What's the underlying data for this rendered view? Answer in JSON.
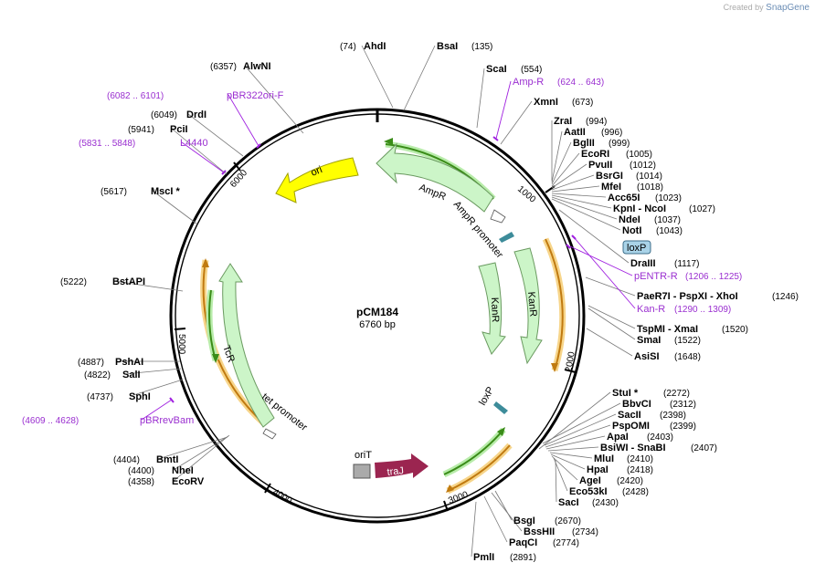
{
  "credit": {
    "prefix": "Created by",
    "brand": "SnapGene"
  },
  "plasmid": {
    "name": "pCM184",
    "size": "6760 bp"
  },
  "ticks": [
    "1000",
    "2000",
    "3000",
    "4000",
    "5000",
    "6000"
  ],
  "enzymes": [
    {
      "name": "AhdI",
      "pos": "(74)"
    },
    {
      "name": "BsaI",
      "pos": "(135)"
    },
    {
      "name": "ScaI",
      "pos": "(554)"
    },
    {
      "name": "XmnI",
      "pos": "(673)"
    },
    {
      "name": "ZraI",
      "pos": "(994)"
    },
    {
      "name": "AatII",
      "pos": "(996)"
    },
    {
      "name": "BglII",
      "pos": "(999)"
    },
    {
      "name": "EcoRI",
      "pos": "(1005)"
    },
    {
      "name": "PvuII",
      "pos": "(1012)"
    },
    {
      "name": "BsrGI",
      "pos": "(1014)"
    },
    {
      "name": "MfeI",
      "pos": "(1018)"
    },
    {
      "name": "Acc65I",
      "pos": "(1023)"
    },
    {
      "name": "KpnI - NcoI",
      "pos": "(1027)"
    },
    {
      "name": "NdeI",
      "pos": "(1037)"
    },
    {
      "name": "NotI",
      "pos": "(1043)"
    },
    {
      "name": "DraIII",
      "pos": "(1117)"
    },
    {
      "name": "PaeR7I - PspXI - XhoI",
      "pos": "(1246)"
    },
    {
      "name": "TspMI - XmaI",
      "pos": "(1520)"
    },
    {
      "name": "SmaI",
      "pos": "(1522)"
    },
    {
      "name": "AsiSI",
      "pos": "(1648)"
    },
    {
      "name": "StuI *",
      "pos": "(2272)"
    },
    {
      "name": "BbvCI",
      "pos": "(2312)"
    },
    {
      "name": "SacII",
      "pos": "(2398)"
    },
    {
      "name": "PspOMI",
      "pos": "(2399)"
    },
    {
      "name": "ApaI",
      "pos": "(2403)"
    },
    {
      "name": "BsiWI - SnaBI",
      "pos": "(2407)"
    },
    {
      "name": "MluI",
      "pos": "(2410)"
    },
    {
      "name": "HpaI",
      "pos": "(2418)"
    },
    {
      "name": "AgeI",
      "pos": "(2420)"
    },
    {
      "name": "Eco53kI",
      "pos": "(2428)"
    },
    {
      "name": "SacI",
      "pos": "(2430)"
    },
    {
      "name": "BsgI",
      "pos": "(2670)"
    },
    {
      "name": "BssHII",
      "pos": "(2734)"
    },
    {
      "name": "PaqCI",
      "pos": "(2774)"
    },
    {
      "name": "PmlI",
      "pos": "(2891)"
    },
    {
      "name": "EcoRV",
      "pos": "(4358)"
    },
    {
      "name": "NheI",
      "pos": "(4400)"
    },
    {
      "name": "BmtI",
      "pos": "(4404)"
    },
    {
      "name": "SphI",
      "pos": "(4737)"
    },
    {
      "name": "SalI",
      "pos": "(4822)"
    },
    {
      "name": "PshAI",
      "pos": "(4887)"
    },
    {
      "name": "BstAPI",
      "pos": "(5222)"
    },
    {
      "name": "MscI *",
      "pos": "(5617)"
    },
    {
      "name": "PciI",
      "pos": "(5941)"
    },
    {
      "name": "DrdI",
      "pos": "(6049)"
    },
    {
      "name": "AlwNI",
      "pos": "(6357)"
    }
  ],
  "primers": [
    {
      "name": "Amp-R",
      "pos": "(624 .. 643)"
    },
    {
      "name": "pENTR-R",
      "pos": "(1206 .. 1225)"
    },
    {
      "name": "Kan-R",
      "pos": "(1290 .. 1309)"
    },
    {
      "name": "pBRrevBam",
      "pos": "(4609 .. 4628)"
    },
    {
      "name": "L4440",
      "pos": "(5831 .. 5848)"
    },
    {
      "name": "pBR322ori-F",
      "pos": "(6082 .. 6101)"
    }
  ],
  "features": {
    "ori": "ori",
    "ampr": "AmpR",
    "ampr_promoter": "AmpR promoter",
    "kanr_a": "KanR",
    "kanr_b": "KanR",
    "tcr": "TcR",
    "tet_promoter": "tet promoter",
    "lox_a": "loxP",
    "lox_b": "loxP",
    "orit": "oriT",
    "traj": "traJ"
  },
  "colors": {
    "backbone": "#000000",
    "feature_arrow": "#ccf5c8",
    "primer": "#a020e0",
    "ori": "#ffff00",
    "traj": "#9b2550",
    "loxp": "#3d8c9a",
    "orf_orange": "#e6a030",
    "orf_green": "#3a8c18"
  }
}
